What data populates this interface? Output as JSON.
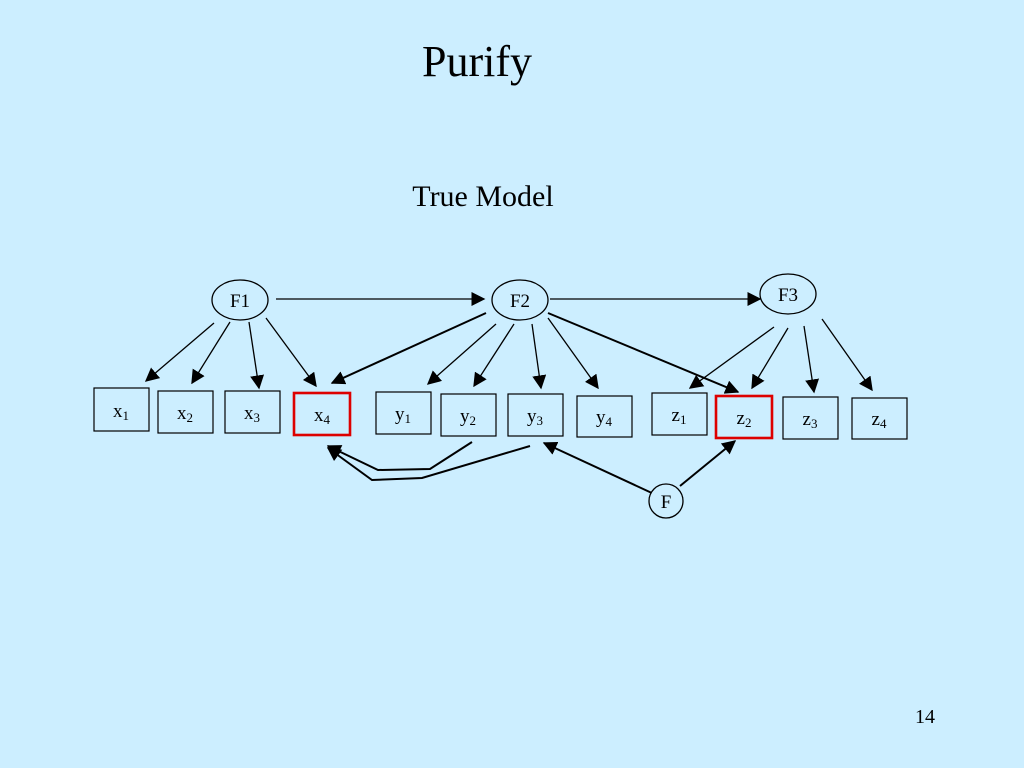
{
  "slide": {
    "title": "Purify",
    "subtitle": "True Model",
    "page_number": "14"
  },
  "colors": {
    "background": "#cceeff",
    "highlight": "#dd0000",
    "stroke": "#000000"
  },
  "diagram": {
    "latents": [
      {
        "id": "F1",
        "label": "F1"
      },
      {
        "id": "F2",
        "label": "F2"
      },
      {
        "id": "F3",
        "label": "F3"
      },
      {
        "id": "F",
        "label": "F"
      }
    ],
    "indicators": [
      {
        "id": "x1",
        "base": "x",
        "sub": "1",
        "highlighted": false
      },
      {
        "id": "x2",
        "base": "x",
        "sub": "2",
        "highlighted": false
      },
      {
        "id": "x3",
        "base": "x",
        "sub": "3",
        "highlighted": false
      },
      {
        "id": "x4",
        "base": "x",
        "sub": "4",
        "highlighted": true
      },
      {
        "id": "y1",
        "base": "y",
        "sub": "1",
        "highlighted": false
      },
      {
        "id": "y2",
        "base": "y",
        "sub": "2",
        "highlighted": false
      },
      {
        "id": "y3",
        "base": "y",
        "sub": "3",
        "highlighted": false
      },
      {
        "id": "y4",
        "base": "y",
        "sub": "4",
        "highlighted": false
      },
      {
        "id": "z1",
        "base": "z",
        "sub": "1",
        "highlighted": false
      },
      {
        "id": "z2",
        "base": "z",
        "sub": "2",
        "highlighted": true
      },
      {
        "id": "z3",
        "base": "z",
        "sub": "3",
        "highlighted": false
      },
      {
        "id": "z4",
        "base": "z",
        "sub": "4",
        "highlighted": false
      }
    ],
    "edges": [
      {
        "from": "F1",
        "to": "F2"
      },
      {
        "from": "F2",
        "to": "F3"
      },
      {
        "from": "F1",
        "to": "x1"
      },
      {
        "from": "F1",
        "to": "x2"
      },
      {
        "from": "F1",
        "to": "x3"
      },
      {
        "from": "F1",
        "to": "x4"
      },
      {
        "from": "F2",
        "to": "x4"
      },
      {
        "from": "F2",
        "to": "y1"
      },
      {
        "from": "F2",
        "to": "y2"
      },
      {
        "from": "F2",
        "to": "y3"
      },
      {
        "from": "F2",
        "to": "y4"
      },
      {
        "from": "F2",
        "to": "z2"
      },
      {
        "from": "F3",
        "to": "z1"
      },
      {
        "from": "F3",
        "to": "z2"
      },
      {
        "from": "F3",
        "to": "z3"
      },
      {
        "from": "F3",
        "to": "z4"
      },
      {
        "from": "F",
        "to": "y3"
      },
      {
        "from": "F",
        "to": "z2"
      },
      {
        "from": "y2",
        "to": "x4"
      },
      {
        "from": "y3",
        "to": "x4"
      }
    ]
  }
}
